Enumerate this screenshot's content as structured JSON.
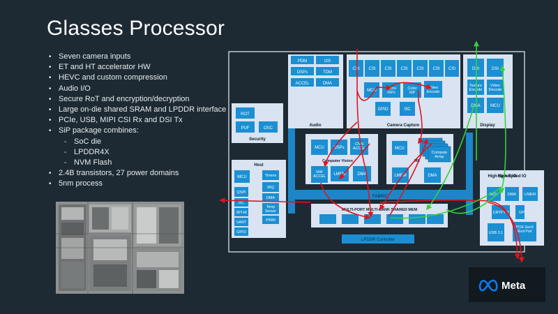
{
  "slide": {
    "title": "Glasses Processor",
    "bullets": [
      {
        "text": "Seven camera inputs",
        "level": 1
      },
      {
        "text": "ET and HT  accelerator HW",
        "level": 1
      },
      {
        "text": "HEVC and custom compression",
        "level": 1
      },
      {
        "text": "Audio I/O",
        "level": 1
      },
      {
        "text": "Secure RoT and encryption/decryption",
        "level": 1
      },
      {
        "text": "Large on-die shared SRAM and LPDDR interface",
        "level": 1
      },
      {
        "text": "PCIe, USB, MIPI CSI Rx and DSI Tx",
        "level": 1
      },
      {
        "text": "SiP package combines:",
        "level": 1
      },
      {
        "text": "SoC die",
        "level": 2
      },
      {
        "text": "LPDDR4X",
        "level": 2
      },
      {
        "text": "NVM Flash",
        "level": 2
      },
      {
        "text": "2.4B transistors, 27 power domains",
        "level": 1
      },
      {
        "text": "5nm process",
        "level": 1
      }
    ],
    "logo_text": "Meta"
  },
  "diagram": {
    "audio": {
      "label": "Audio",
      "cells": [
        "PDM",
        "I2S",
        "DSPs",
        "TDM",
        "ACCEL",
        "DMA"
      ]
    },
    "camera": {
      "label": "Camera Capture",
      "csi": [
        "CSI",
        "CSI",
        "CSI",
        "CSI",
        "CSI",
        "CSI",
        "CSI"
      ],
      "mcu": "MCU",
      "mono": "Mono ISPs",
      "color": "Color ISP",
      "video": "Video Encode",
      "gpio": "GPIO",
      "i3c": "I3C"
    },
    "display": {
      "label": "Display",
      "dsi1": "DSI",
      "dsi2": "DSI",
      "texture": "Texture Encode",
      "video": "Video Decode",
      "dma": "DMA",
      "mcu": "MCU"
    },
    "security": {
      "label": "Security",
      "rot": "ROT",
      "puf": "PUF",
      "osc": "OSC"
    },
    "cv": {
      "label": "Computer Vision",
      "mcu": "MCU",
      "dsps": "DSPs",
      "cnn": "CNN ACCEL",
      "hw": "HW ACCEL",
      "lmem": "LMEM",
      "dma": "DMA"
    },
    "ml": {
      "label": "ML",
      "mcu": "MCU",
      "compute": "Compute Array",
      "lmem": "LMEM",
      "dma": "DMA"
    },
    "host": {
      "label": "Host",
      "mcu": "MCU",
      "timers": "Timers",
      "qspi": "QSPI",
      "irq": "IRQ",
      "i2c": "I2C",
      "dma": "DMA",
      "spim": "SPI-M",
      "temp": "Temp Sensor",
      "uart": "UART",
      "pwm": "PWM",
      "gpio": "GPIO"
    },
    "hsio": {
      "label": "High Speed IO",
      "mcu": "MCU",
      "dma": "DMA",
      "lmem": "LMEM",
      "crypto": "CRYPTO",
      "gpio": "GPIO",
      "usb": "USB 3.1",
      "pcie": "PCIE Gen3 Root Port"
    },
    "fabric": "FABRIC",
    "mem": "MULTI-PORT MULTI-BANK SHARED MEM",
    "lpddr": "LPDDR Controller"
  },
  "colors": {
    "background": "#1e2a33",
    "panel": "#d9e3f1",
    "cell": "#1b8fd2",
    "fabric": "#1d86c8",
    "arrow_red": "#e0141e",
    "arrow_green": "#35d23a",
    "meta_blue": "#0a7cf0"
  }
}
